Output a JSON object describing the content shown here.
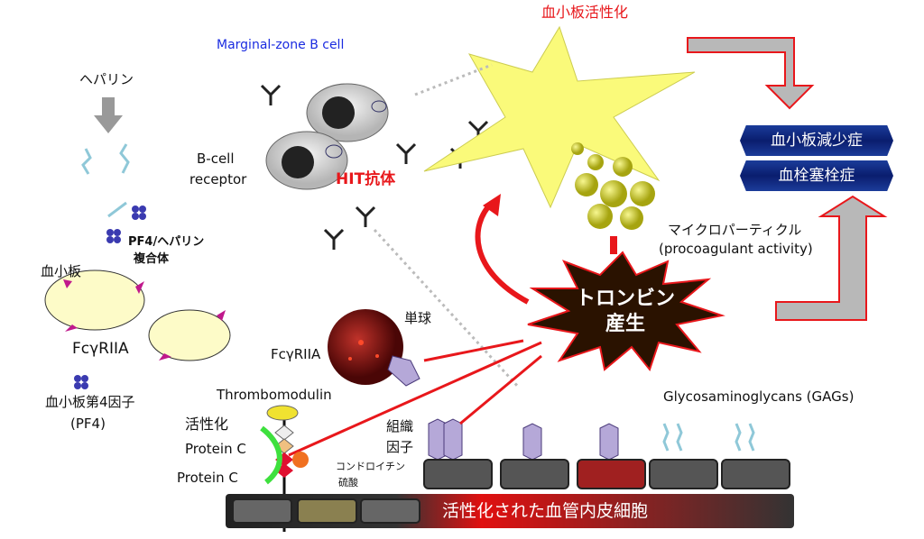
{
  "heparin": {
    "label": "ヘパリン"
  },
  "complex": {
    "line1": "PF4/ヘパリン",
    "line2": "複合体"
  },
  "platelet": {
    "label": "血小板",
    "receptor": "FcγRIIA",
    "pf4_line1": "血小板第4因子",
    "pf4_line2": "(PF4)"
  },
  "b_cell": {
    "title": "Marginal-zone B cell",
    "receptor_line1": "B-cell",
    "receptor_line2": "receptor"
  },
  "antibody": {
    "label": "HIT抗体"
  },
  "activation": {
    "label": "血小板活性化"
  },
  "outcomes": [
    "血小板減少症",
    "血栓塞栓症"
  ],
  "microparticle": {
    "line1": "マイクロパーティクル",
    "line2": "(procoagulant activity)"
  },
  "thrombin": {
    "line1": "トロンビン",
    "line2": "産生"
  },
  "monocyte": {
    "label": "単球",
    "receptor": "FcγRIIA"
  },
  "thrombomodulin": {
    "label": "Thrombomodulin",
    "activated": "活性化",
    "protein_c_active": "Protein C",
    "protein_c": "Protein C"
  },
  "tissue_factor": {
    "line1": "組織",
    "line2": "因子"
  },
  "chondroitin": {
    "line1": "コンドロイチン",
    "line2": "硫酸"
  },
  "gags": {
    "label": "Glycosaminoglycans (GAGs)"
  },
  "endothelium": {
    "label": "活性化された血管内皮細胞"
  },
  "colors": {
    "accent_red": "#e8171b",
    "navy": "#0a1d6e",
    "platelet_yellow": "#f5f060",
    "pf4_blue": "#3a3ab0"
  }
}
